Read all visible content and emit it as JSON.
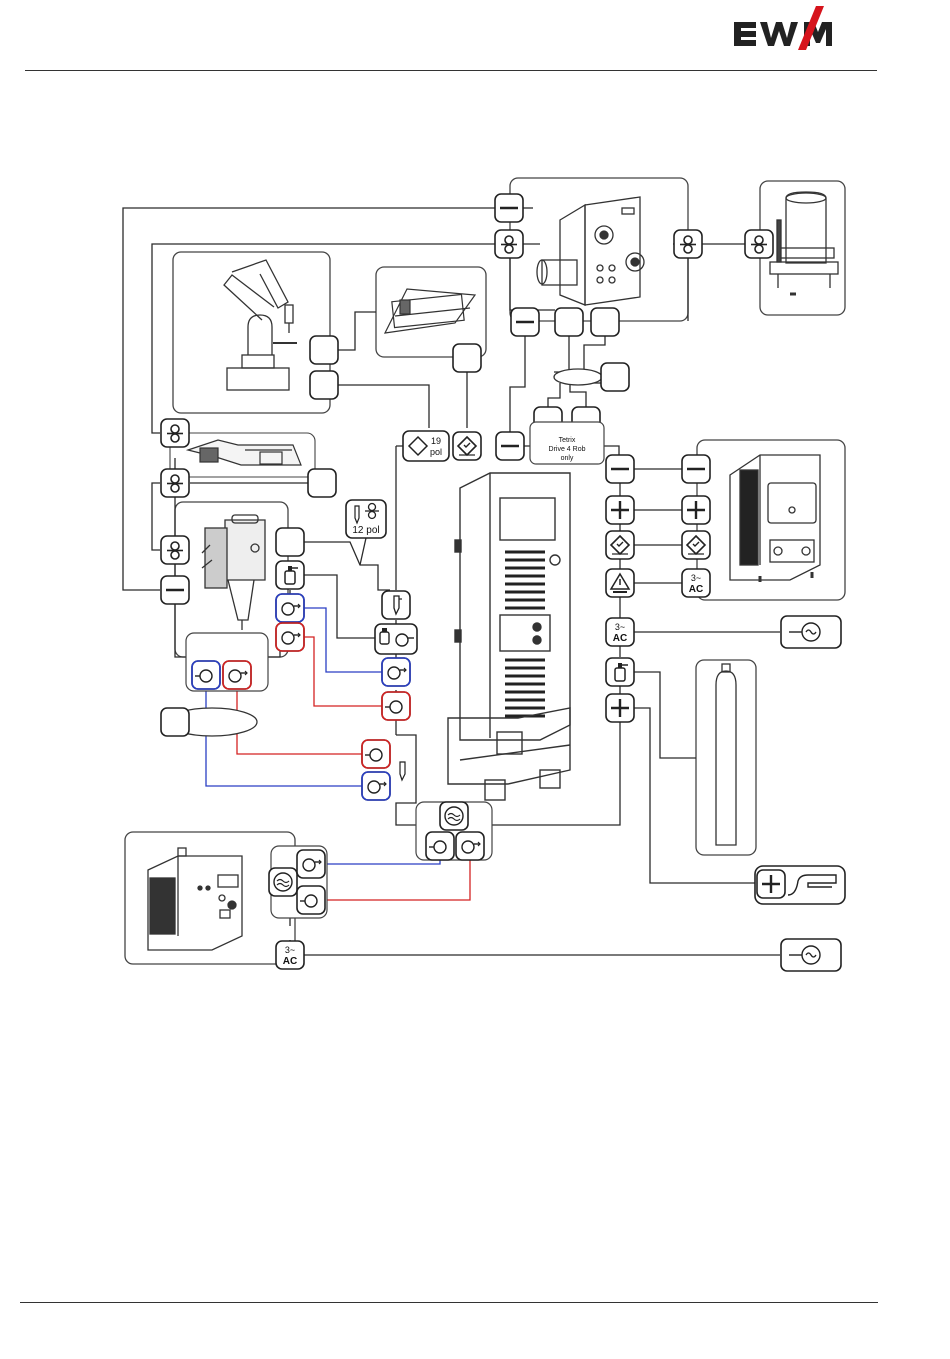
{
  "brand": {
    "logo_text": "ewm"
  },
  "labels": {
    "pol19_number": "19",
    "pol19_unit": "pol",
    "pol12": "12 pol",
    "tetrix_line1": "Tetrix",
    "tetrix_line2": "Drive 4 Rob",
    "tetrix_line3": "only",
    "ac_top": "3~",
    "ac_bottom": "AC"
  },
  "colors": {
    "line": "#2b2b2b",
    "coolant_supply": "#2a3fc4",
    "coolant_return": "#d42222",
    "box_border": "#4a4a4a"
  },
  "icons": [
    "minus-connector-icon",
    "plus-connector-icon",
    "wire-feed-icon",
    "control-cable-icon",
    "gas-bottle-icon",
    "coolant-flow-icon",
    "coolant-return-icon",
    "coolant-tank-icon",
    "mains-plug-icon",
    "warning-icon",
    "workpiece-clamp-icon",
    "torch-icon"
  ]
}
